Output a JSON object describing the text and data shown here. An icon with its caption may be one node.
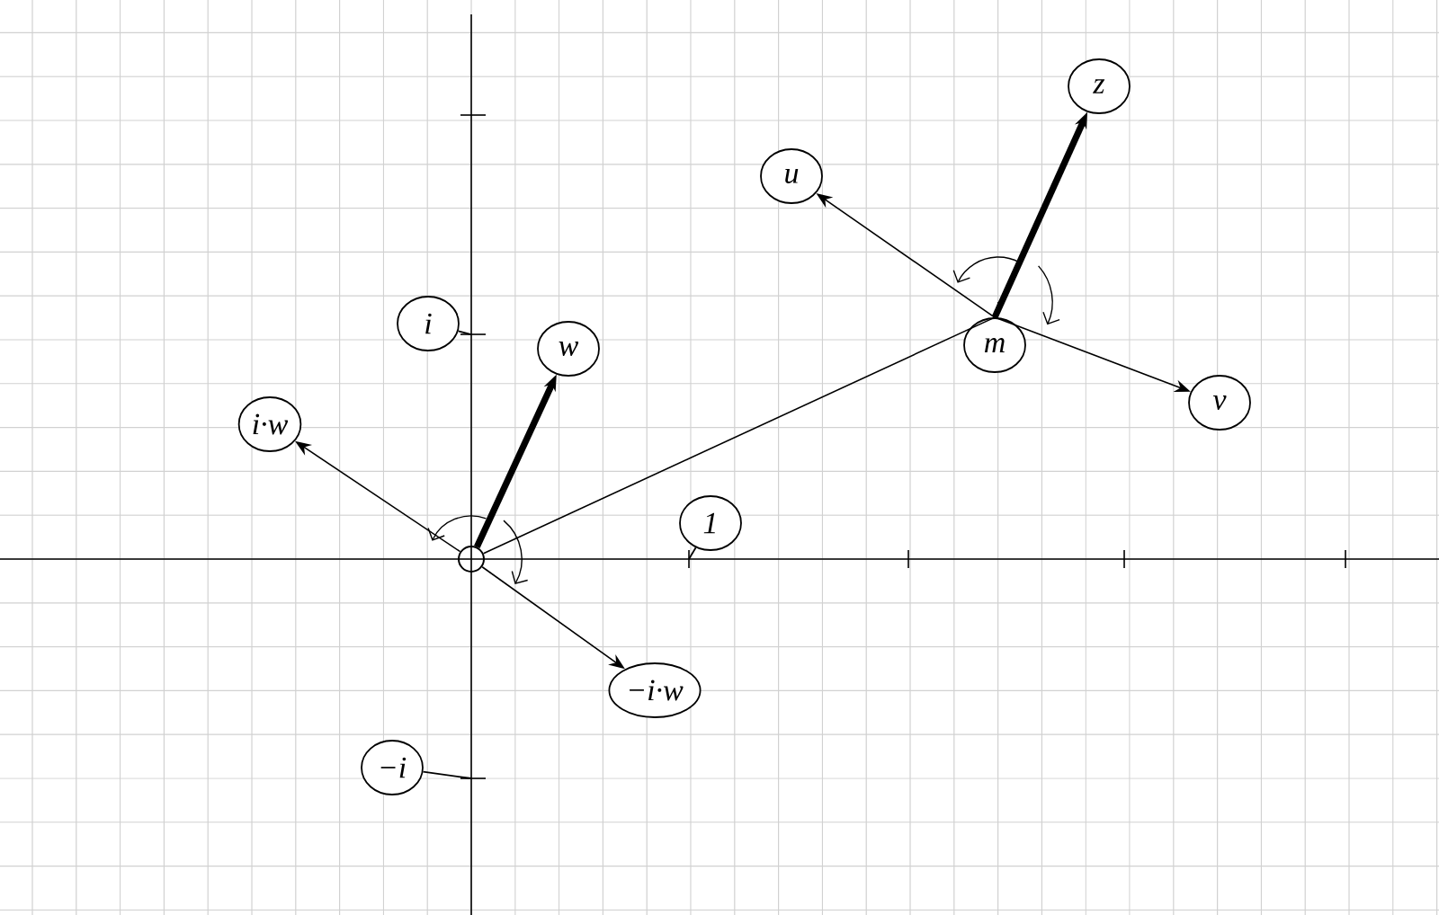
{
  "diagram": {
    "nodes": [
      {
        "text": [
          "i"
        ]
      },
      {
        "text": [
          "w"
        ]
      },
      {
        "text": [
          "i·w"
        ]
      },
      {
        "text": [],
        "shape": "circle"
      },
      {
        "text": [
          "1"
        ]
      },
      {
        "text": [
          "−i·w"
        ]
      },
      {
        "text": [
          "−i"
        ]
      },
      {
        "text": [
          "u"
        ]
      },
      {
        "text": [
          "z"
        ]
      },
      {
        "text": [
          "m"
        ]
      },
      {
        "text": [
          "v"
        ]
      }
    ],
    "edges": [
      {
        "from": 3,
        "to": 1,
        "arrow": "to",
        "style": "thick"
      },
      {
        "from": 3,
        "to": 2,
        "arrow": "to"
      },
      {
        "from": 3,
        "to": 5,
        "arrow": "to"
      },
      {
        "from": 3,
        "to": 9,
        "arrow": "none"
      },
      {
        "from": 9,
        "to": 8,
        "arrow": "to",
        "style": "thick"
      },
      {
        "from": 9,
        "to": 7,
        "arrow": "to"
      },
      {
        "from": 9,
        "to": 10,
        "arrow": "to"
      }
    ]
  }
}
